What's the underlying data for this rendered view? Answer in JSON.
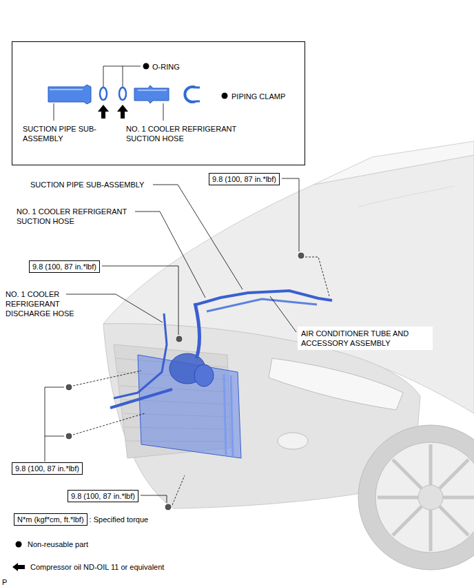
{
  "diagram": {
    "nodes": [
      {
        "text": [
          "O-RING",
          "PIPING CLAMP",
          "SUCTION PIPE SUB-ASSEMBLY",
          "NO. 1 COOLER REFRIGERANT SUCTION HOSE"
        ]
      },
      {
        "text": [
          "9.8 (100, 87 in.*lbf)"
        ]
      },
      {
        "text": [
          "9.8 (100, 87 in.*lbf)"
        ]
      },
      {
        "text": [
          "AIR CONDITIONER TUBE AND ACCESSORY ASSEMBLY"
        ]
      },
      {
        "text": [
          "9.8 (100, 87 in.*lbf)"
        ]
      },
      {
        "text": [
          "9.8 (100, 87 in.*lbf)"
        ]
      },
      {
        "text": [
          "N*m (kgf*cm, ft.*lbf)"
        ]
      }
    ],
    "labels": [
      "SUCTION PIPE SUB-ASSEMBLY",
      "NO. 1 COOLER REFRIGERANT SUCTION HOSE",
      "NO. 1 COOLER REFRIGERANT DISCHARGE HOSE",
      ": Specified torque",
      "P"
    ],
    "legend": [
      {
        "text": "Non-reusable part"
      },
      {
        "text": "Compressor oil ND-OIL 11 or equivalent"
      }
    ]
  }
}
